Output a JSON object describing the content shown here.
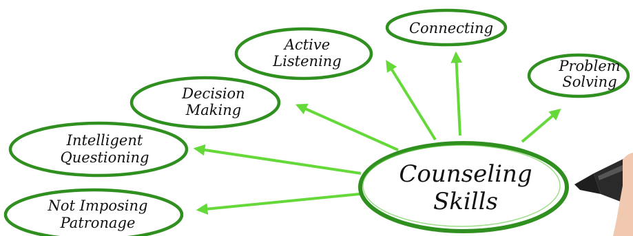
{
  "colors": {
    "ellipse": "#2f8f1f",
    "ellipse_light": "#5cc83a",
    "arrow": "#66d93a",
    "text": "#111111"
  },
  "center": {
    "lines": [
      "Counseling",
      "Skills"
    ]
  },
  "nodes": [
    {
      "id": "connecting",
      "lines": [
        "Connecting"
      ]
    },
    {
      "id": "active-listening",
      "lines": [
        "Active",
        "Listening"
      ]
    },
    {
      "id": "problem-solving",
      "lines": [
        "Problem",
        "Solving"
      ]
    },
    {
      "id": "decision-making",
      "lines": [
        "Decision",
        "Making"
      ]
    },
    {
      "id": "intelligent-questioning",
      "lines": [
        "Intelligent",
        "Questioning"
      ]
    },
    {
      "id": "not-imposing-patronage",
      "lines": [
        "Not Imposing",
        "Patronage"
      ]
    }
  ],
  "decor": {
    "marker": "marker-pen"
  }
}
